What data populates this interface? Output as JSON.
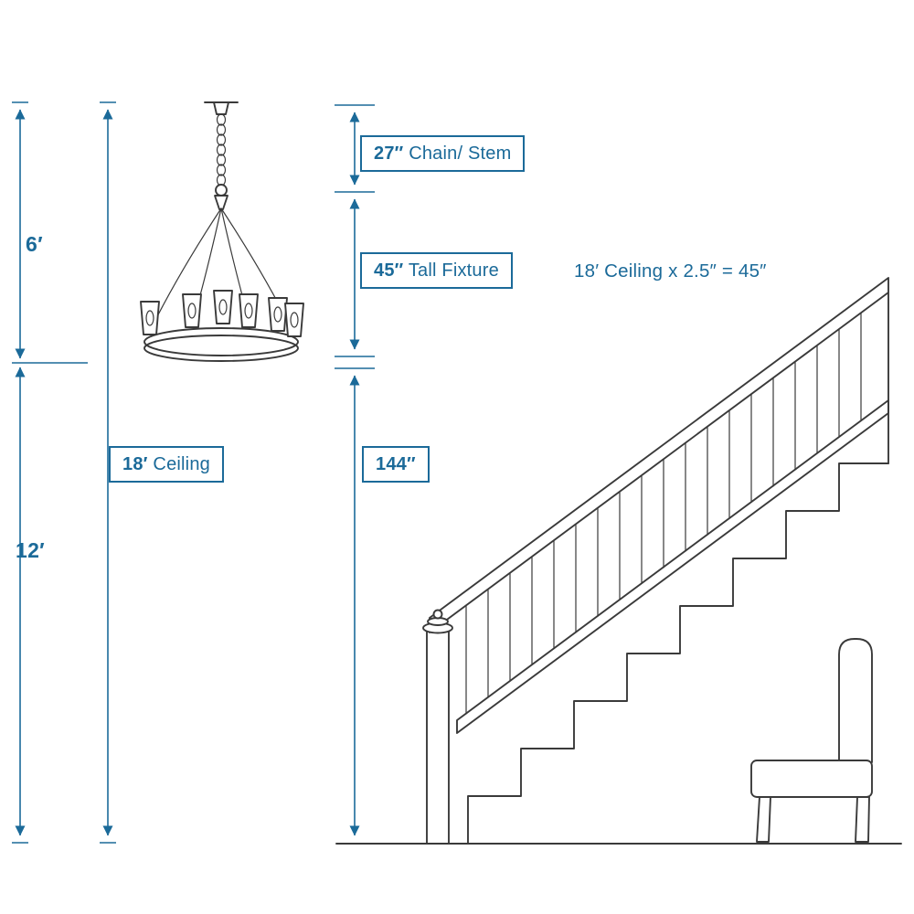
{
  "colors": {
    "accent": "#1b6a99",
    "sketch": "#3a3a3a"
  },
  "dimension_labels": {
    "upper_left": "6′",
    "lower_left": "12′"
  },
  "callouts": {
    "chain_stem": {
      "value": "27″",
      "label": "Chain/ Stem"
    },
    "tall_fixture": {
      "value": "45″",
      "label": "Tall Fixture"
    },
    "ceiling": {
      "value": "18′",
      "label": "Ceiling"
    },
    "drop_height": {
      "value": "144″"
    },
    "formula": "18′ Ceiling x 2.5″ = 45″"
  },
  "sketches": {
    "chandelier": "chandelier-line-drawing",
    "staircase": "staircase-with-banister-line-drawing",
    "chair": "chair-line-drawing"
  }
}
